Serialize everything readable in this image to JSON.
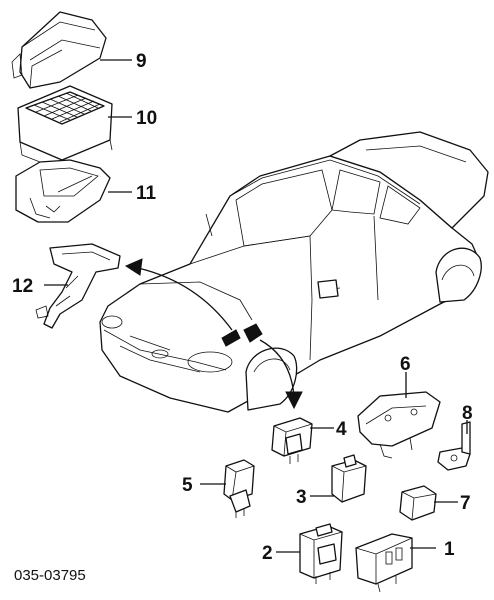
{
  "diagram": {
    "part_numbers": [
      "1",
      "2",
      "3",
      "4",
      "5",
      "6",
      "7",
      "8",
      "9",
      "10",
      "11",
      "12"
    ],
    "reference_code": "035-03795"
  }
}
